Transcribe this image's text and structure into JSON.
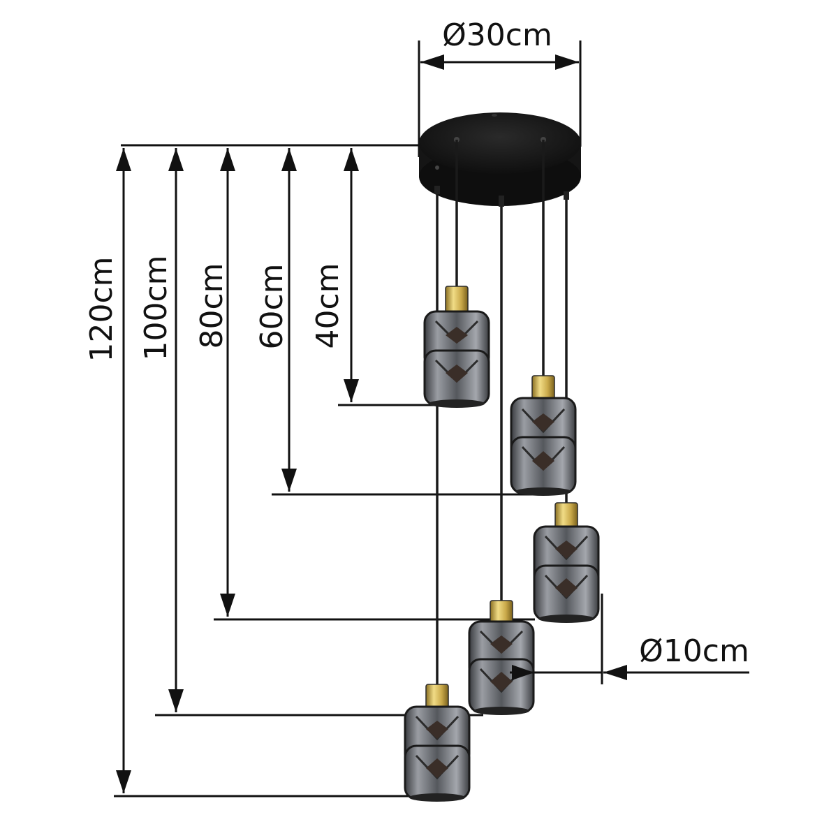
{
  "dimensions": {
    "canopy_diameter": "Ø30cm",
    "shade_diameter": "Ø10cm",
    "drops": [
      "40cm",
      "60cm",
      "80cm",
      "100cm",
      "120cm"
    ]
  },
  "colors": {
    "line": "#111111",
    "canopy": "#1c1c1c",
    "brass": "#c9a94a",
    "smoked_glass": "#6b6e74"
  }
}
